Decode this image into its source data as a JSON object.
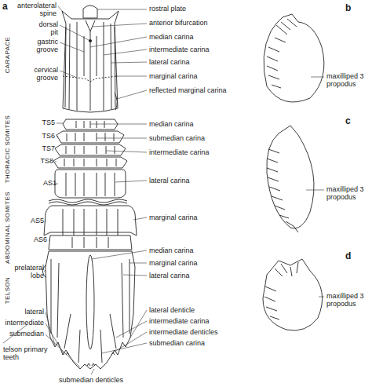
{
  "diagram": {
    "labels": [
      "a",
      "CARAPACE",
      "anterolateral spine",
      "rostral plate",
      "dorsal pit",
      "anterior bifurcation",
      "median carina",
      "gastric groove",
      "intermediate carina",
      "lateral carina",
      "cervical groove",
      "marginal carina",
      "reflected marginal carina",
      "THORACIC SOMITES",
      "TS5",
      "median carina",
      "TS6",
      "submedian carina",
      "TS7",
      "intermediate carina",
      "TS8",
      "AS1",
      "lateral carina",
      "ABDOMINAL SOMITES",
      "marginal carina",
      "AS5",
      "AS6",
      "TELSON",
      "median carina",
      "marginal carina",
      "prelateral lobe",
      "lateral carina",
      "lateral denticle",
      "lateral",
      "intermediate carina",
      "intermediate",
      "intermediate denticles",
      "submedian",
      "submedian carina",
      "telson primary teeth",
      "submedian denticles",
      "b",
      "maxilliped 3 propodus",
      "c",
      "maxilliped 3 propodus",
      "d",
      "maxilliped 3 propodus"
    ]
  }
}
